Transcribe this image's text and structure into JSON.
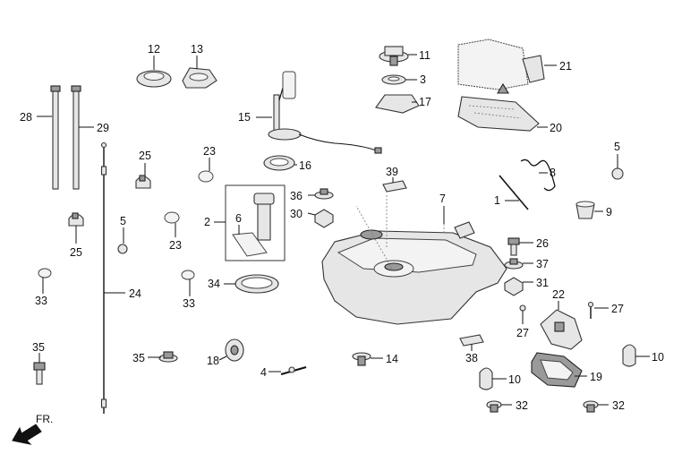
{
  "diagram": {
    "direction_label": "FR.",
    "callouts": {
      "c1": "1",
      "c2": "2",
      "c3": "3",
      "c4": "4",
      "c5a": "5",
      "c5b": "5",
      "c6": "6",
      "c7": "7",
      "c8": "8",
      "c9": "9",
      "c10a": "10",
      "c10b": "10",
      "c11": "11",
      "c12": "12",
      "c13": "13",
      "c14": "14",
      "c15": "15",
      "c16": "16",
      "c17": "17",
      "c18": "18",
      "c19": "19",
      "c20": "20",
      "c21": "21",
      "c22": "22",
      "c23a": "23",
      "c23b": "23",
      "c24": "24",
      "c25a": "25",
      "c25b": "25",
      "c26": "26",
      "c27a": "27",
      "c27b": "27",
      "c28": "28",
      "c29": "29",
      "c30": "30",
      "c31": "31",
      "c32a": "32",
      "c32b": "32",
      "c33a": "33",
      "c33b": "33",
      "c34": "34",
      "c35a": "35",
      "c35b": "35",
      "c36": "36",
      "c37": "37",
      "c38": "38",
      "c39": "39"
    }
  }
}
